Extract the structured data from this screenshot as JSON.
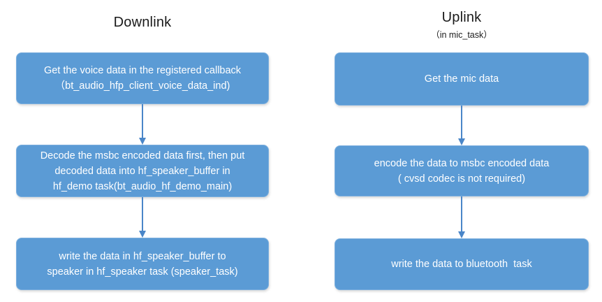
{
  "colors": {
    "box_fill": "#5b9bd5",
    "box_border": "#7aaede",
    "box_text": "#ffffff",
    "arrow": "#4a86c8",
    "title_text": "#1a1a1a"
  },
  "downlink": {
    "title": "Downlink",
    "steps": [
      {
        "lines": [
          "Get the voice data in the registered callback",
          "（bt_audio_hfp_client_voice_data_ind)"
        ]
      },
      {
        "lines": [
          "Decode the msbc encoded data first, then put",
          "decoded data into hf_speaker_buffer in",
          "hf_demo task(bt_audio_hf_demo_main)"
        ]
      },
      {
        "lines": [
          "write the data in hf_speaker_buffer to",
          "speaker in hf_speaker task (speaker_task)"
        ]
      }
    ]
  },
  "uplink": {
    "title": "Uplink",
    "subtitle": "（in mic_task）",
    "steps": [
      {
        "lines": [
          "Get the mic data"
        ]
      },
      {
        "lines": [
          "encode the data to msbc encoded data",
          "( cvsd codec is not required)"
        ]
      },
      {
        "lines": [
          "write the data to bluetooth  task"
        ]
      }
    ]
  }
}
